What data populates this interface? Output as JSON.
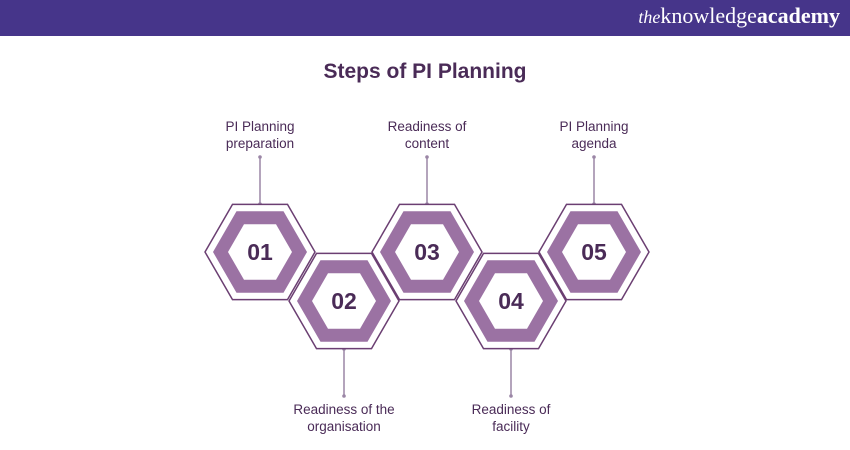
{
  "header": {
    "brand_prefix": "the",
    "brand_main": "knowledge",
    "brand_suffix": "academy"
  },
  "title": "Steps of PI Planning",
  "colors": {
    "header_bg": "#46358a",
    "hex_fill": "#9b72a3",
    "hex_outline": "#6b3f72",
    "text": "#4a2b57",
    "connector": "#9b86a6"
  },
  "steps": [
    {
      "number": "01",
      "label_lines": [
        "PI Planning",
        "preparation"
      ],
      "position": "top"
    },
    {
      "number": "02",
      "label_lines": [
        "Readiness of the",
        "organisation"
      ],
      "position": "bottom"
    },
    {
      "number": "03",
      "label_lines": [
        "Readiness of",
        "content"
      ],
      "position": "top"
    },
    {
      "number": "04",
      "label_lines": [
        "Readiness of",
        "facility"
      ],
      "position": "bottom"
    },
    {
      "number": "05",
      "label_lines": [
        "PI Planning",
        "agenda"
      ],
      "position": "top"
    }
  ]
}
